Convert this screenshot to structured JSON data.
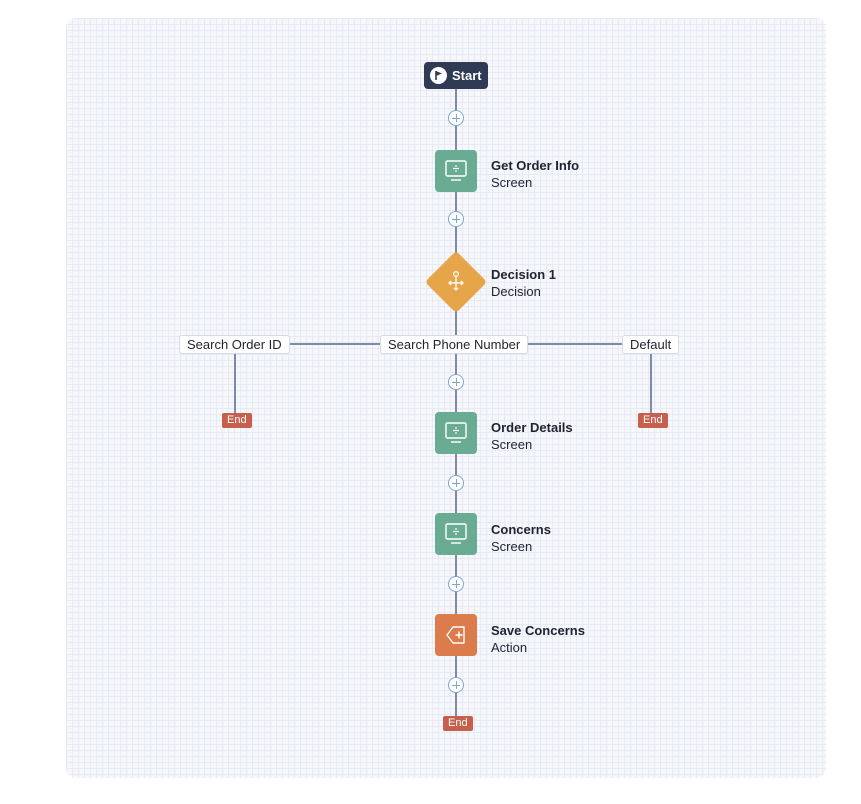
{
  "flow": {
    "start_label": "Start",
    "nodes": [
      {
        "title": "Get Order Info",
        "subtitle": "Screen",
        "icon": "screen-icon"
      },
      {
        "title": "Decision 1",
        "subtitle": "Decision",
        "icon": "decision-icon"
      },
      {
        "title": "Order Details",
        "subtitle": "Screen",
        "icon": "screen-icon"
      },
      {
        "title": "Concerns",
        "subtitle": "Screen",
        "icon": "screen-icon"
      },
      {
        "title": "Save Concerns",
        "subtitle": "Action",
        "icon": "action-icon"
      }
    ],
    "branches": [
      "Search Order ID",
      "Search Phone Number",
      "Default"
    ],
    "end_label": "End"
  },
  "colors": {
    "start": "#2f3a55",
    "screen": "#6aab94",
    "decision": "#e6a548",
    "action": "#dc7b4b",
    "end": "#c6604d",
    "connector": "#7f8aa6",
    "add_button": "#7fa6d6"
  }
}
